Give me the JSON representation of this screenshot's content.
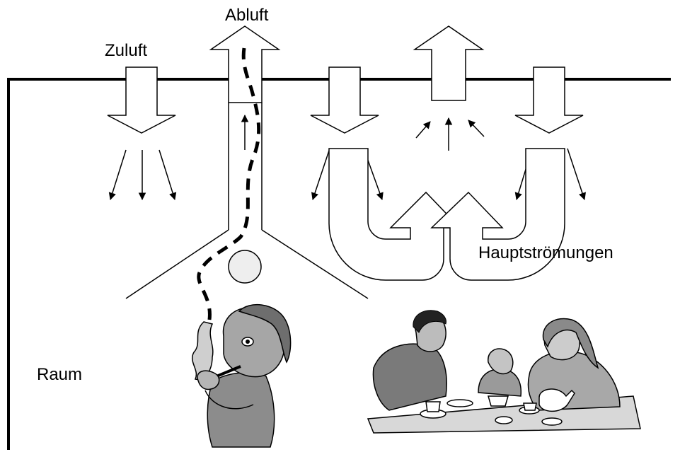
{
  "labels": {
    "zuluft": "Zuluft",
    "abluft": "Abluft",
    "hauptstroemungen": "Hauptströmungen",
    "raum": "Raum"
  },
  "colors": {
    "line": "#000000",
    "fill": "#ffffff",
    "figure_gray": "#9a9a9a",
    "figure_dark": "#2b2b2b",
    "smoke_ball": "#eeeeee"
  }
}
